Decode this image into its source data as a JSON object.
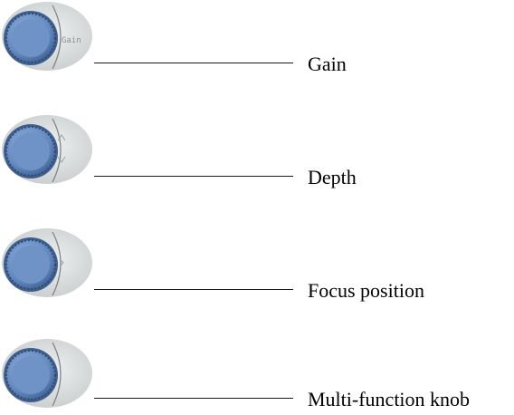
{
  "knobs": [
    {
      "label": "Gain",
      "face_text": "Gain",
      "icon": "gain-knob-icon"
    },
    {
      "label": "Depth",
      "face_text": "",
      "icon": "depth-knob-icon"
    },
    {
      "label": "Focus position",
      "face_text": "",
      "icon": "focus-knob-icon"
    },
    {
      "label": "Multi-function knob",
      "face_text": "",
      "icon": "multi-function-knob-icon"
    }
  ],
  "colors": {
    "knob_blue": "#6d8fc0",
    "knob_rim": "#3f5f8e",
    "panel_gray": "#d9dcdc",
    "leader_line": "#1a1a1a"
  }
}
